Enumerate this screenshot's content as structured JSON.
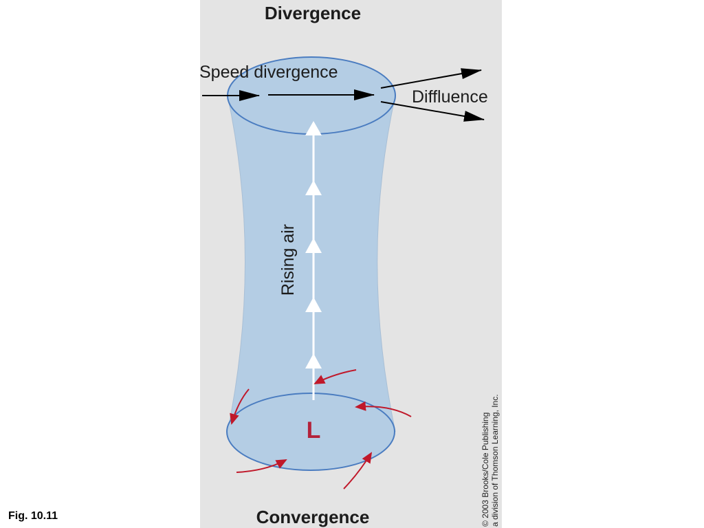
{
  "caption": "Fig. 10.11",
  "diagram": {
    "top_heading": "Divergence",
    "bottom_heading": "Convergence",
    "speed_divergence_label": "Speed divergence",
    "diffluence_label": "Diffluence",
    "rising_air_label": "Rising air",
    "low_pressure_symbol": "L",
    "credit_line_1": "© 2003 Brooks/Cole Publishing",
    "credit_line_2": "a division of Thomson Learning, Inc."
  },
  "colors": {
    "panel_background": "#e4e4e4",
    "column_fill": "#b4cde4",
    "ellipse_stroke": "#4a7cc0",
    "inflow_arrows": "#c0182a",
    "low_symbol": "#b3223a",
    "rising_arrows": "#ffffff"
  }
}
